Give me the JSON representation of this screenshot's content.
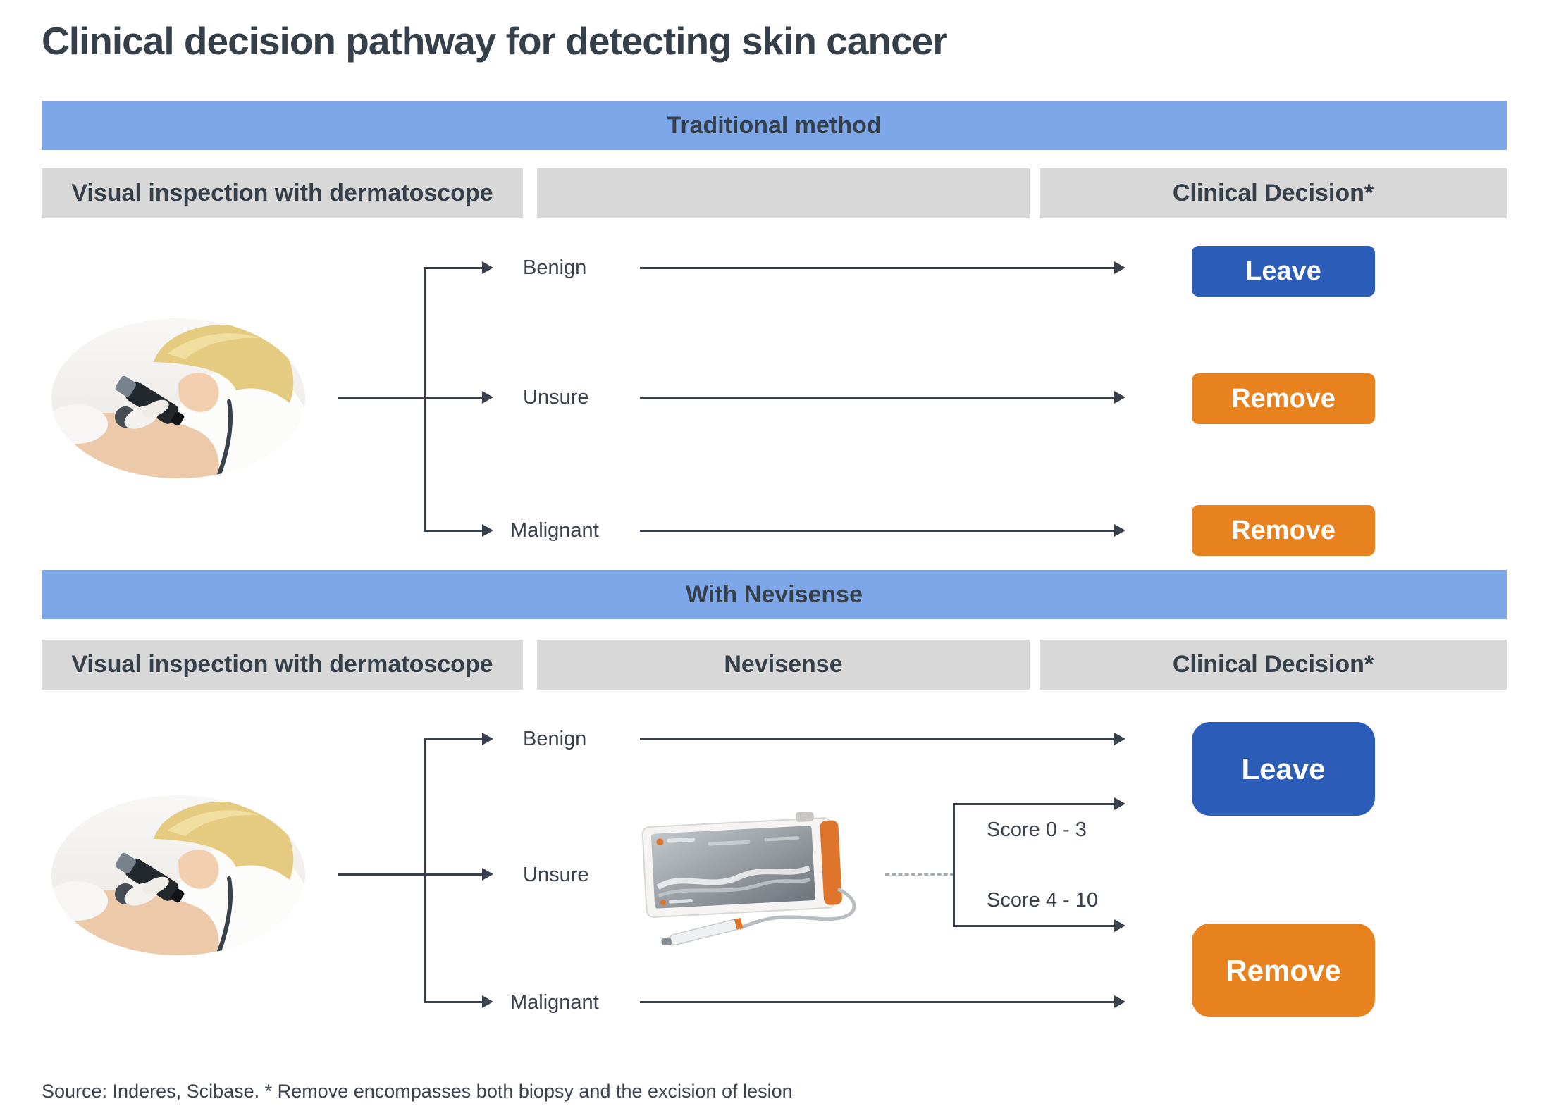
{
  "page": {
    "title": "Clinical decision pathway for detecting skin cancer",
    "source_note": "Source: Inderes, Scibase. * Remove encompasses both biopsy and the excision of lesion"
  },
  "colors": {
    "banner_blue": "#7da7e8",
    "header_gray": "#d8d8d8",
    "decision_blue": "#2b5cb8",
    "decision_orange": "#e8821f",
    "text_dark": "#39424c"
  },
  "traditional": {
    "banner": "Traditional method",
    "headers": {
      "left": "Visual inspection with dermatoscope",
      "middle": "",
      "right": "Clinical Decision*"
    },
    "branches": {
      "benign": "Benign",
      "unsure": "Unsure",
      "malignant": "Malignant"
    },
    "decisions": {
      "benign": "Leave",
      "unsure": "Remove",
      "malignant": "Remove"
    }
  },
  "nevisense": {
    "banner": "With Nevisense",
    "headers": {
      "left": "Visual inspection with dermatoscope",
      "middle": "Nevisense",
      "right": "Clinical Decision*"
    },
    "branches": {
      "benign": "Benign",
      "unsure": "Unsure",
      "malignant": "Malignant"
    },
    "scores": {
      "low": "Score 0 - 3",
      "high": "Score 4 - 10"
    },
    "decisions": {
      "leave": "Leave",
      "remove": "Remove"
    }
  },
  "images": {
    "visual_inspection": "dermatoscope-examination-photo",
    "nevisense_device": "nevisense-device-with-probe-photo"
  }
}
